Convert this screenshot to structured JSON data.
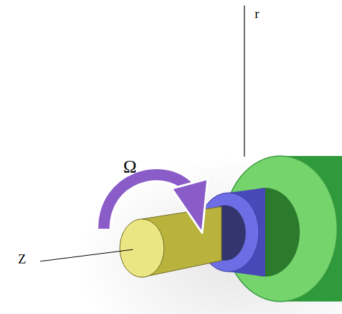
{
  "diagram": {
    "labels": [
      "r",
      "Ω",
      "Z"
    ]
  }
}
